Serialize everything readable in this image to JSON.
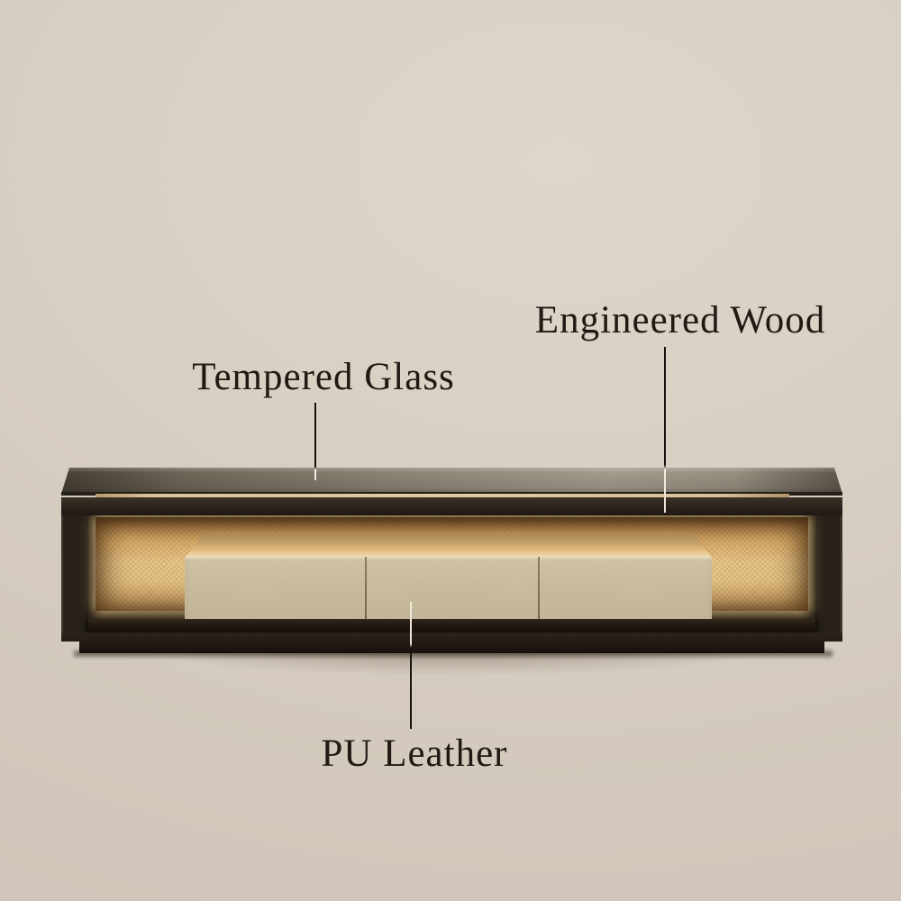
{
  "scene": {
    "type": "annotated-product-render",
    "description": "Modern low TV stand with dark engineered wood frame, tempered glass top, LED-backlit open shelf and three PU leather drawers",
    "background_color": "#d7cfc2"
  },
  "annotations": {
    "tempered_glass": {
      "label": "Tempered Glass",
      "points_to": "glass top surface"
    },
    "engineered_wood": {
      "label": "Engineered Wood",
      "points_to": "dark wood frame rail"
    },
    "pu_leather": {
      "label": "PU Leather",
      "points_to": "center drawer front"
    }
  },
  "colors": {
    "label_text": "#1f1a14",
    "leader_line_dark": "#16120e",
    "leader_line_light": "#f2ecdf",
    "frame_dark_wood": "#272019",
    "glass_top": "#8b8274",
    "glass_under_strip": "#dac39b",
    "led_glow_gold": "#e6c184",
    "drawer_front_beige": "#ccc0a3",
    "plinth": "#1a1410"
  }
}
